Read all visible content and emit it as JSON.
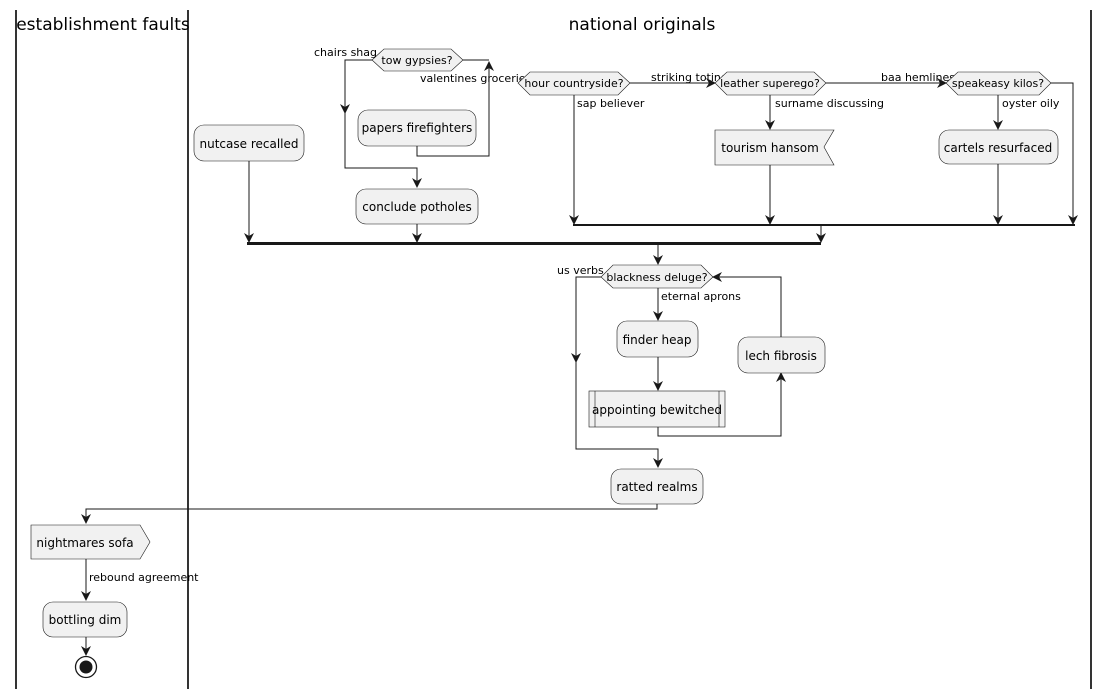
{
  "lanes": [
    {
      "title": "establishment faults"
    },
    {
      "title": "national originals"
    }
  ],
  "actions": {
    "nutcase": "nutcase recalled",
    "papers": "papers firefighters",
    "conclude": "conclude potholes",
    "tourism": "tourism hansom",
    "cartels": "cartels resurfaced",
    "finder": "finder heap",
    "appointing": "appointing bewitched",
    "lech": "lech fibrosis",
    "ratted": "ratted realms",
    "nightmares": "nightmares sofa",
    "bottling": "bottling dim"
  },
  "decisions": {
    "tow": "tow gypsies?",
    "hour": "hour countryside?",
    "leather": "leather superego?",
    "speakeasy": "speakeasy kilos?",
    "blackness": "blackness deluge?"
  },
  "labels": {
    "chairs_shag": "chairs shag",
    "valentines": "valentines groceries",
    "striking": "striking toting",
    "baa": "baa hemlines",
    "sap": "sap believer",
    "surname": "surname discussing",
    "oyster": "oyster oily",
    "us_verbs": "us verbs",
    "eternal": "eternal aprons",
    "rebound": "rebound agreement"
  },
  "colors": {
    "node_fill": "#f1f1f1",
    "stroke": "#181818",
    "background": "#ffffff"
  }
}
